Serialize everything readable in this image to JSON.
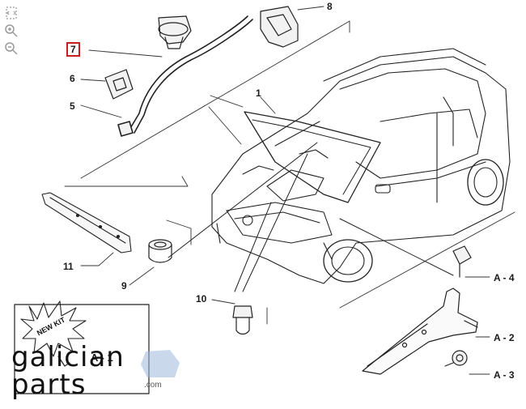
{
  "toolbar": {
    "tools": [
      {
        "name": "fit-view-icon"
      },
      {
        "name": "zoom-in-icon"
      },
      {
        "name": "zoom-out-icon"
      }
    ]
  },
  "callouts": {
    "c7": "7",
    "c8": "8",
    "c6": "6",
    "c5": "5",
    "c1": "1",
    "c11": "11",
    "c9": "9",
    "c10": "10",
    "a4": "A - 4",
    "a2": "A - 2",
    "a3": "A - 3"
  },
  "inset": {
    "badge_text": "NEW KIT",
    "label": "A - 1"
  },
  "watermark": {
    "brand": "galician parts",
    "domain": ".com"
  },
  "colors": {
    "line": "#222222",
    "highlight_box": "#c81e1e",
    "watermark_blue": "#9fb8dd"
  }
}
